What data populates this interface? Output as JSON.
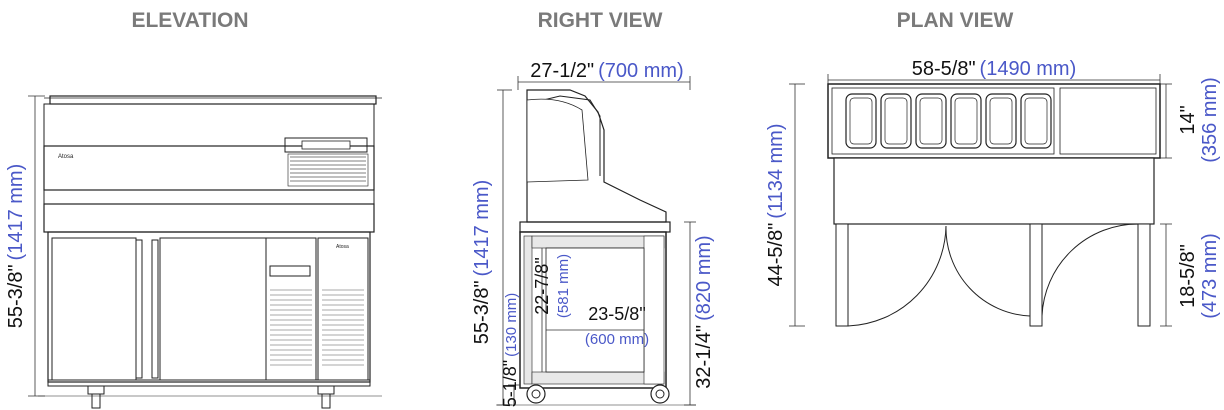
{
  "views": {
    "elevation": {
      "title": "ELEVATION"
    },
    "right": {
      "title": "RIGHT VIEW"
    },
    "plan": {
      "title": "PLAN VIEW"
    }
  },
  "dimensions": {
    "elevation_height": {
      "imperial": "55-3/8\"",
      "metric": "(1417 mm)"
    },
    "right_width": {
      "imperial": "27-1/2\"",
      "metric": "(700 mm)"
    },
    "right_height": {
      "imperial": "55-3/8\"",
      "metric": "(1417 mm)"
    },
    "right_counter_height": {
      "imperial": "32-1/4\"",
      "metric": "(820 mm)"
    },
    "right_leg_height": {
      "imperial": "5-1/8\"",
      "metric": "(130 mm)"
    },
    "right_interior_height": {
      "imperial": "22-7/8\"",
      "metric": "(581 mm)"
    },
    "right_interior_depth": {
      "imperial": "23-5/8\"",
      "metric": "(600 mm)"
    },
    "plan_width": {
      "imperial": "58-5/8\"",
      "metric": "(1490 mm)"
    },
    "plan_depth": {
      "imperial": "44-5/8\"",
      "metric": "(1134 mm)"
    },
    "plan_top_depth": {
      "imperial": "14\"",
      "metric": "(356 mm)"
    },
    "plan_door_swing": {
      "imperial": "18-5/8\"",
      "metric": "(473 mm)"
    }
  },
  "colors": {
    "title": "#7a7a7a",
    "metric": "#4a58c8",
    "line": "#222222"
  }
}
